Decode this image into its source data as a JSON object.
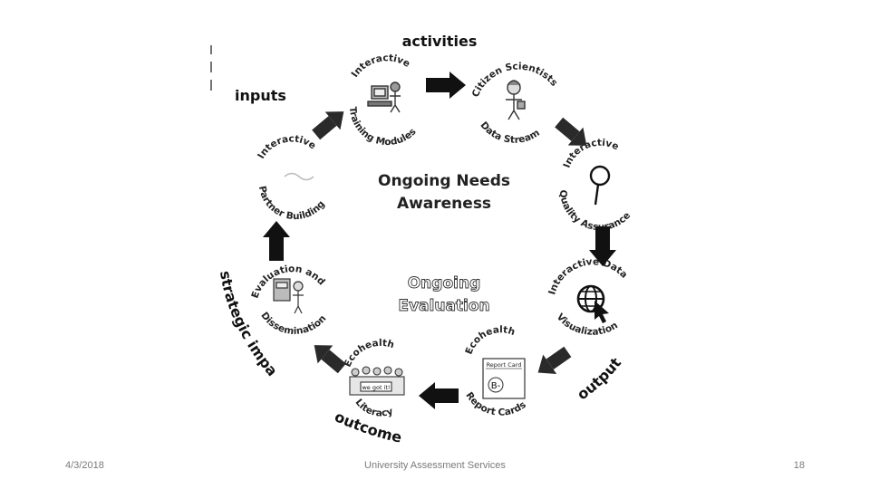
{
  "diagram": {
    "labels": {
      "activities": "activities",
      "inputs": "inputs",
      "outputs": "outputs",
      "outcomes": "outcomes",
      "strategic_impacts": "strategic impacts"
    },
    "center": {
      "needs_line1": "Ongoing Needs",
      "needs_line2": "Awareness",
      "eval_line1": "Ongoing",
      "eval_line2": "Evaluation"
    },
    "nodes": {
      "training": {
        "top": "Interactive",
        "bottom": "Training Modules"
      },
      "citizen": {
        "top": "Citizen Scientists",
        "bottom": "Data Stream"
      },
      "quality": {
        "top": "Interactive",
        "bottom": "Quality Assurance"
      },
      "visualization": {
        "top": "Interactive Data",
        "bottom": "Visualization"
      },
      "reportcards": {
        "top": "Ecohealth",
        "bottom": "Report Cards",
        "card_title": "Report Card",
        "grade": "B-"
      },
      "literacy": {
        "top": "Ecohealth",
        "bottom": "Literacy",
        "sign": "we got it!"
      },
      "evaluation": {
        "top": "Evaluation and",
        "bottom": "Dissemination"
      },
      "partner": {
        "top": "Interactive",
        "bottom": "Partner Building"
      }
    }
  },
  "footer": {
    "date": "4/3/2018",
    "center": "University Assessment Services",
    "page": "18"
  }
}
